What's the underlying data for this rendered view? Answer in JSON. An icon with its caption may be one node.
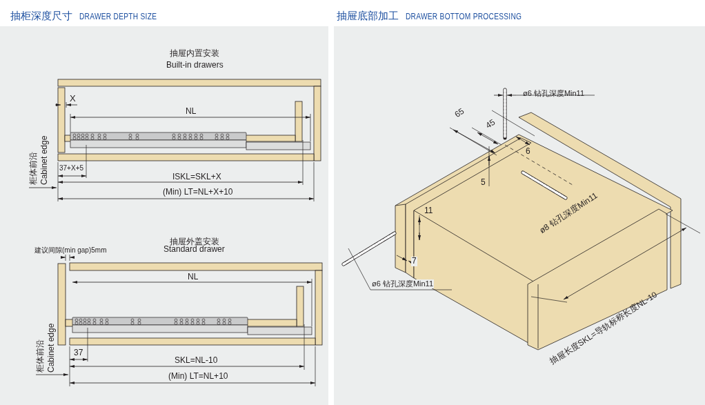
{
  "diagram": {
    "labels": [
      "抽柜深度尺寸",
      "DRAWER DEPTH SIZE",
      "抽屉底部加工",
      "DRAWER BOTTOM PROCESSING",
      "抽屉内置安装",
      "Built-in drawers",
      "X",
      "NL",
      "柜体前沿",
      "Cabinet edge",
      "37+X+5",
      "ISKL=SKL+X",
      "(Min) LT=NL+X+10",
      "抽屉外盖安装",
      "Standard drawer",
      "建议间隙(min gap)5mm",
      "NL",
      "柜体前沿",
      "Cabinet edge",
      "37",
      "SKL=NL-10",
      "(Min) LT=NL+10",
      "ø6 钻孔深度Min11",
      "65",
      "45",
      "6",
      "5",
      "ø8 钻孔深度Min11",
      "11",
      "7",
      "ø6 钻孔深度Min11",
      "抽屉长度SKL=导轨标称长度NL-10"
    ]
  }
}
